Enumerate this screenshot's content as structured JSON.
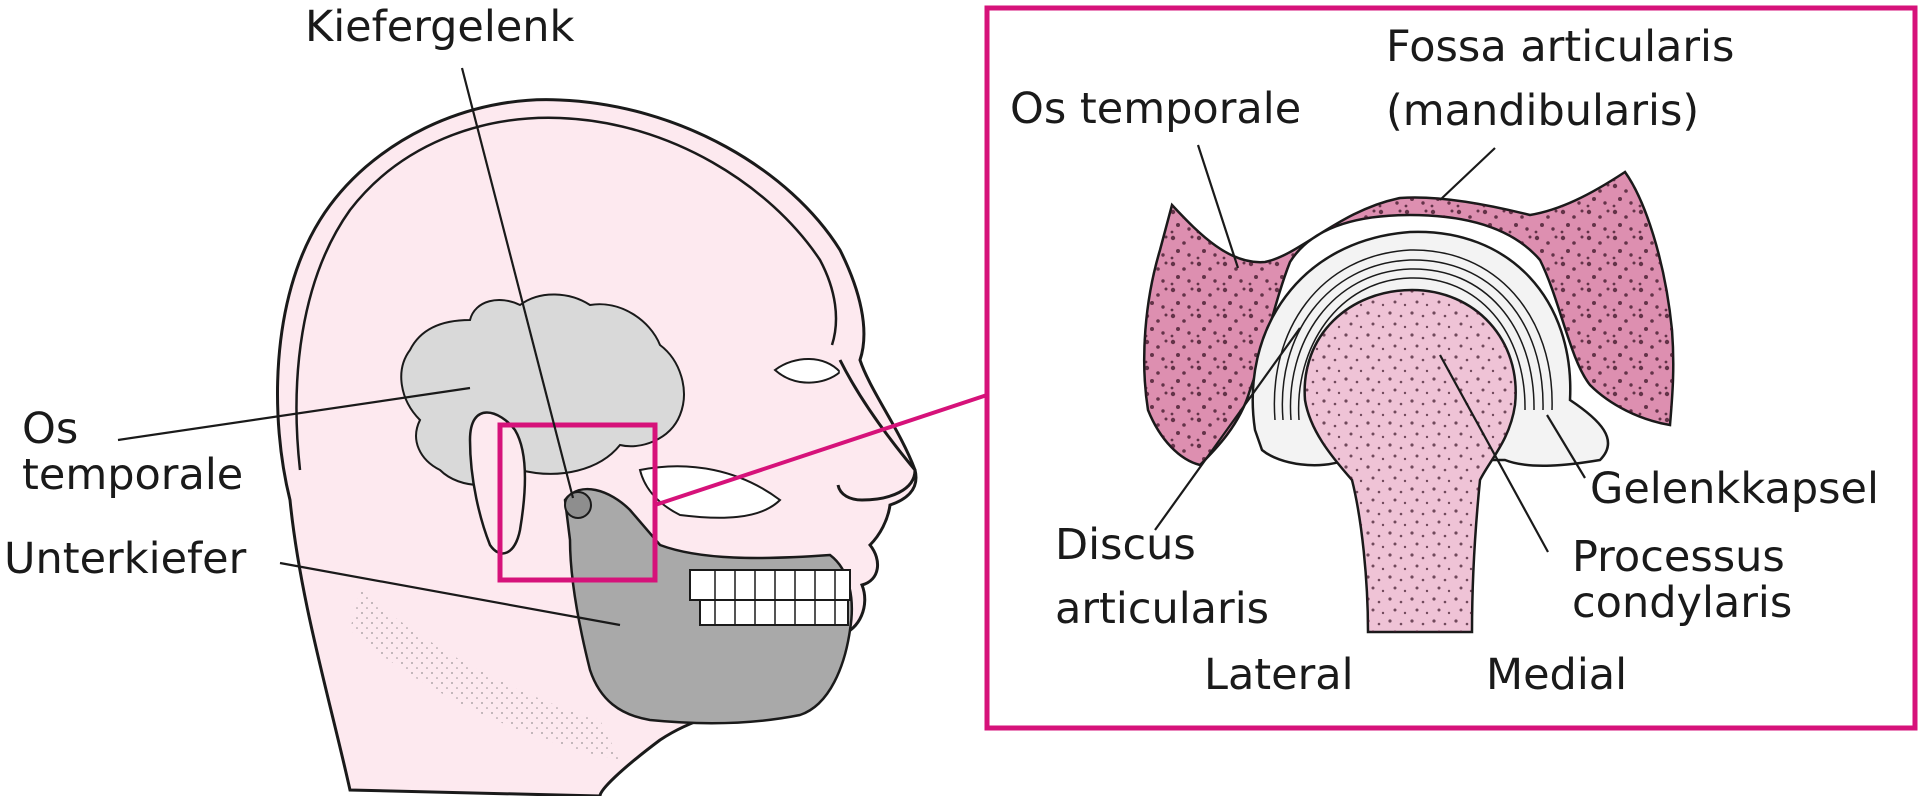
{
  "colors": {
    "accent": "#d6127a",
    "bone": "#d9d9d9",
    "jaw": "#a9a9a9",
    "skin": "#fde9ef",
    "joint_tissue": "#dd8fb0",
    "condyle": "#efc3d6",
    "outline": "#1a1a1a"
  },
  "labels": {
    "kiefergelenk": "Kiefergelenk",
    "os_temporale_left_1": "Os",
    "os_temporale_left_2": "temporale",
    "unterkiefer": "Unterkiefer",
    "os_temporale_detail": "Os temporale",
    "fossa_1": "Fossa articularis",
    "fossa_2": "(mandibularis)",
    "gelenkkapsel": "Gelenkkapsel",
    "discus_1": "Discus",
    "discus_2": "articularis",
    "processus_1": "Processus",
    "processus_2": "condylaris",
    "lateral": "Lateral",
    "medial": "Medial"
  }
}
